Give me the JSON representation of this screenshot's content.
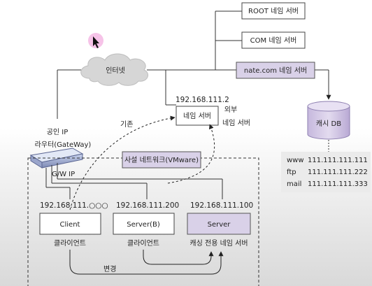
{
  "nodes": {
    "root_server": "ROOT 네임 서버",
    "com_server": "COM 네임 서버",
    "nate_server": "nate.com 네임 서버",
    "internet": "인터넷",
    "name_server_ip": "192.168.111.2",
    "name_server": "네임 서버",
    "external_label_1": "외부",
    "external_label_2": "네임 서버",
    "existing_label": "기존",
    "public_ip": "공인 IP",
    "router": "라우터(GateWay)",
    "gw_ip": "G/W IP",
    "private_network": "사설 네트워크(VMware)",
    "cache_db": "캐시 DB",
    "client_ip": "192.168.111.○○○",
    "client": "Client",
    "client_caption": "클라이언트",
    "serverb_ip": "192.168.111.200",
    "serverb": "Server(B)",
    "serverb_caption": "클라이언트",
    "server_ip": "192.168.111.100",
    "server": "Server",
    "server_caption": "캐싱 전용 네임 서버",
    "change_label": "변경"
  },
  "cache_records": [
    {
      "name": "www",
      "ip": "111.111.111.111"
    },
    {
      "name": "ftp",
      "ip": "111.111.111.222"
    },
    {
      "name": "mail",
      "ip": "111.111.111.333"
    }
  ]
}
